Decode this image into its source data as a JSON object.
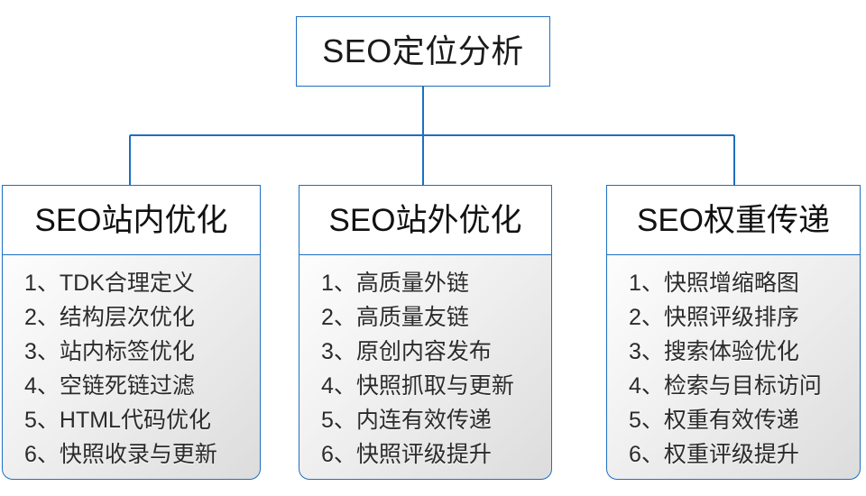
{
  "diagram": {
    "type": "org-tree",
    "accent_color": "#1F6FC0",
    "text_color": "#2b2b2b",
    "root": {
      "label": "SEO定位分析"
    },
    "branches": [
      {
        "header": "SEO站内优化",
        "items": [
          "1、TDK合理定义",
          "2、结构层次优化",
          "3、站内标签优化",
          "4、空链死链过滤",
          "5、HTML代码优化",
          "6、快照收录与更新"
        ]
      },
      {
        "header": "SEO站外优化",
        "items": [
          "1、高质量外链",
          "2、高质量友链",
          "3、原创内容发布",
          "4、快照抓取与更新",
          "5、内连有效传递",
          "6、快照评级提升"
        ]
      },
      {
        "header": "SEO权重传递",
        "items": [
          "1、快照增缩略图",
          "2、快照评级排序",
          "3、搜索体验优化",
          "4、检索与目标访问",
          "5、权重有效传递",
          "6、权重评级提升"
        ]
      }
    ]
  }
}
